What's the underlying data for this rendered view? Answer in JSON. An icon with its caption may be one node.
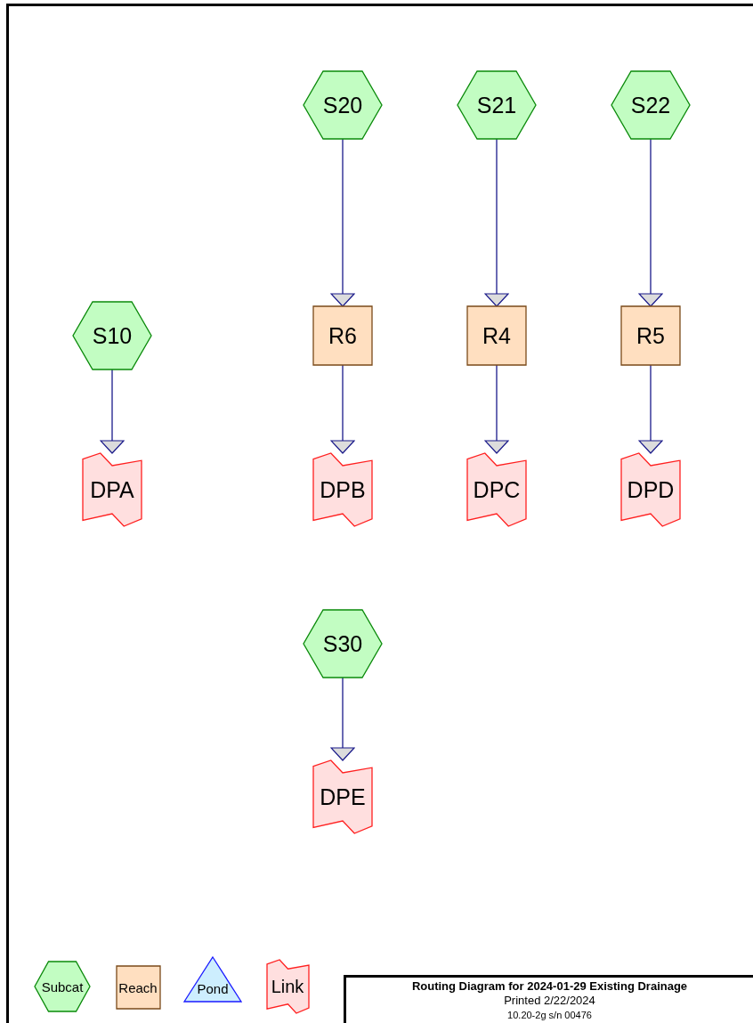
{
  "diagram": {
    "nodes": [
      {
        "text": [
          "S20"
        ]
      },
      {
        "text": [
          "S21"
        ]
      },
      {
        "text": [
          "S22"
        ]
      },
      {
        "text": [
          "S10"
        ]
      },
      {
        "text": [
          "R6"
        ]
      },
      {
        "text": [
          "R4"
        ]
      },
      {
        "text": [
          "R5"
        ]
      },
      {
        "text": [
          "DPA"
        ]
      },
      {
        "text": [
          "DPB"
        ]
      },
      {
        "text": [
          "DPC"
        ]
      },
      {
        "text": [
          "DPD"
        ]
      },
      {
        "text": [
          "S30"
        ]
      },
      {
        "text": [
          "DPE"
        ]
      },
      {
        "text": [
          "Subcat"
        ]
      },
      {
        "text": [
          "Reach"
        ]
      },
      {
        "text": [
          "Pond"
        ]
      },
      {
        "text": [
          "Link"
        ]
      },
      {
        "text": [
          "Routing Diagram for 2024-01-29 Existing Drainage",
          "Printed 2/22/2024",
          "10.20-2g  s/n 00476"
        ]
      }
    ],
    "edges": [
      {
        "from": 0,
        "to": 4,
        "arrow": "to"
      },
      {
        "from": 1,
        "to": 5,
        "arrow": "to"
      },
      {
        "from": 2,
        "to": 6,
        "arrow": "to"
      },
      {
        "from": 3,
        "to": 7,
        "arrow": "to"
      },
      {
        "from": 4,
        "to": 8,
        "arrow": "to"
      },
      {
        "from": 5,
        "to": 9,
        "arrow": "to"
      },
      {
        "from": 6,
        "to": 10,
        "arrow": "to"
      },
      {
        "from": 11,
        "to": 12,
        "arrow": "to"
      }
    ]
  }
}
